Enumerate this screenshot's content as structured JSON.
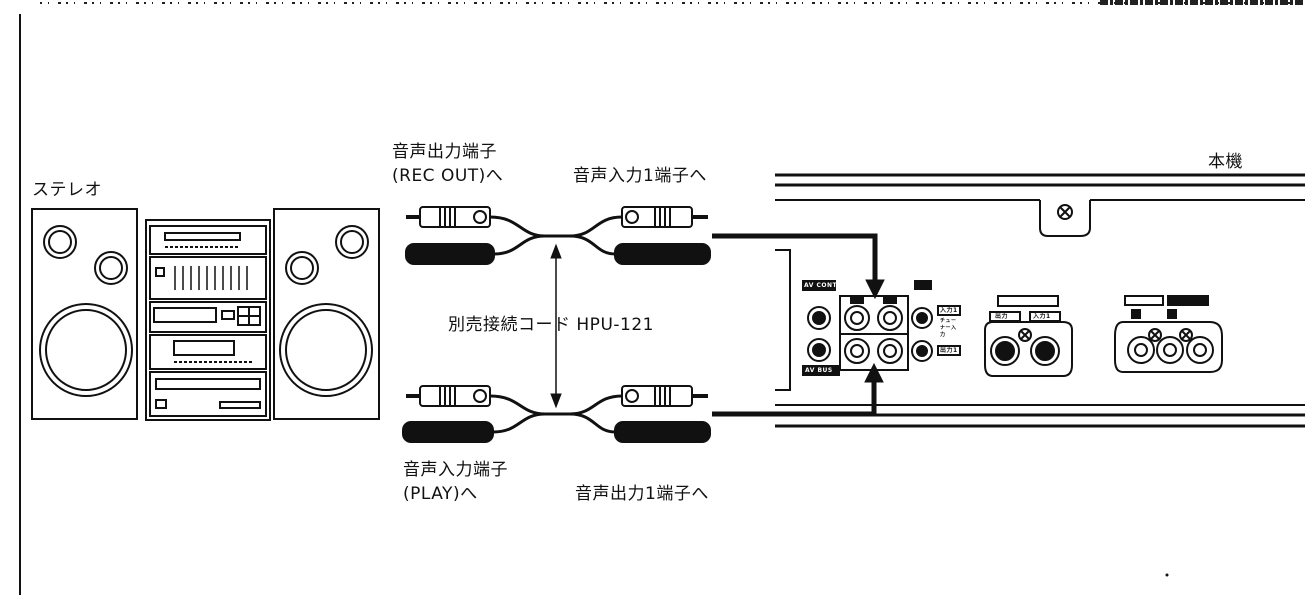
{
  "labels": {
    "stereo": "ステレオ",
    "unit": "本機",
    "rec_out_line1": "音声出力端子",
    "rec_out_line2": "(REC OUT)へ",
    "input1": "音声入力1端子へ",
    "cord": "別売接続コード HPU-121",
    "play_line1": "音声入力端子",
    "play_line2": "(PLAY)へ",
    "output1": "音声出力1端子へ"
  },
  "panel_labels": {
    "av_cont": "AV CONT",
    "av_bus": "AV BUS",
    "input1": "入力1",
    "output1": "出力1",
    "tuner_input": "チューナー入力",
    "s_terminal_out": "出力",
    "s_terminal_in": "入力1"
  }
}
